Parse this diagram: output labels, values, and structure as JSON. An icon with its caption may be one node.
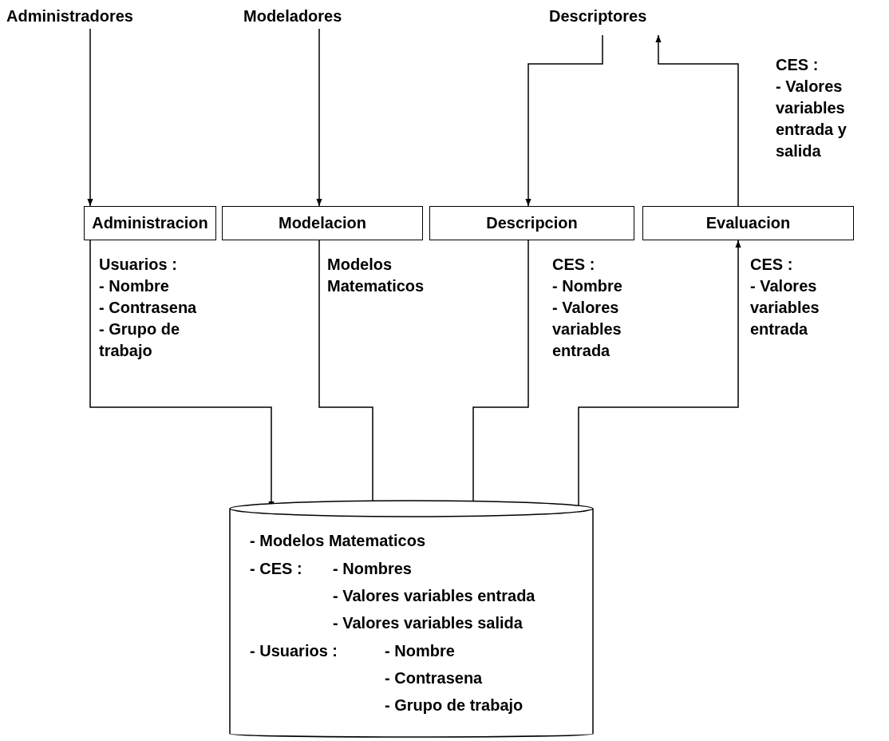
{
  "diagram": {
    "nodes": [
      {
        "text": [
          "Administradores"
        ]
      },
      {
        "text": [
          "Modeladores"
        ]
      },
      {
        "text": [
          "Descriptores"
        ]
      },
      {
        "text": [
          "Administracion"
        ]
      },
      {
        "text": [
          "Modelacion"
        ]
      },
      {
        "text": [
          "Descripcion"
        ]
      },
      {
        "text": [
          "Evaluacion"
        ]
      },
      {
        "text": [
          "- Modelos Matematicos",
          "- CES :",
          "- Nombres",
          "- Valores variables entrada",
          "- Valores variables salida",
          "- Usuarios :",
          "- Nombre",
          "- Contrasena",
          "- Grupo de trabajo"
        ]
      }
    ],
    "edges": [
      {
        "from": 0,
        "to": 3,
        "arrow": "to"
      },
      {
        "from": 1,
        "to": 4,
        "arrow": "to"
      },
      {
        "from": 2,
        "to": 5,
        "arrow": "to"
      },
      {
        "from": 6,
        "to": 2,
        "arrow": "to",
        "label": "CES : - Valores variables entrada y salida"
      },
      {
        "from": 3,
        "to": 7,
        "arrow": "to",
        "label": "Usuarios : - Nombre - Contrasena - Grupo de trabajo"
      },
      {
        "from": 4,
        "to": 7,
        "arrow": "to",
        "label": "Modelos Matematicos"
      },
      {
        "from": 5,
        "to": 7,
        "arrow": "to",
        "label": "CES : - Nombre - Valores variables entrada"
      },
      {
        "from": 7,
        "to": 6,
        "arrow": "to",
        "label": "CES : - Valores variables entrada"
      }
    ]
  }
}
